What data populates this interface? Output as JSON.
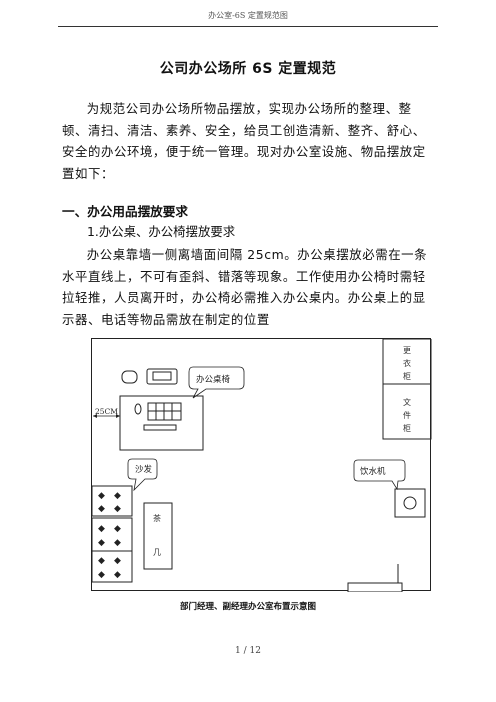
{
  "page": {
    "header": "办公室-6S 定置规范图",
    "title": "公司办公场所 6S 定置规范",
    "intro": "为规范公司办公场所物品摆放，实现办公场所的整理、整顿、清扫、清洁、素养、安全，给员工创造清新、整齐、舒心、安全的办公环境，便于统一管理。现对办公室设施、物品摆放定置如下：",
    "section_heading": "一、办公用品摆放要求",
    "subsection": "1.办公桌、办公椅摆放要求",
    "body": "办公桌靠墙一侧离墙面间隔 25cm。办公桌摆放必需在一条水平直线上，不可有歪斜、错落等现象。工作使用办公椅时需轻拉轻推，人员离开时，办公椅必需推入办公桌内。办公桌上的显示器、电话等物品需放在制定的位置",
    "caption": "部门经理、副经理办公室布置示意图",
    "footer": "1 / 12"
  },
  "diagram": {
    "callout_chair": "办公桌椅",
    "callout_sofa": "沙发",
    "callout_water": "饮水机",
    "dimension": "25CM",
    "wardrobe": [
      "更",
      "衣",
      "柜"
    ],
    "file_cabinet": [
      "文",
      "件",
      "柜"
    ],
    "tea_table": [
      "茶",
      "几"
    ]
  }
}
